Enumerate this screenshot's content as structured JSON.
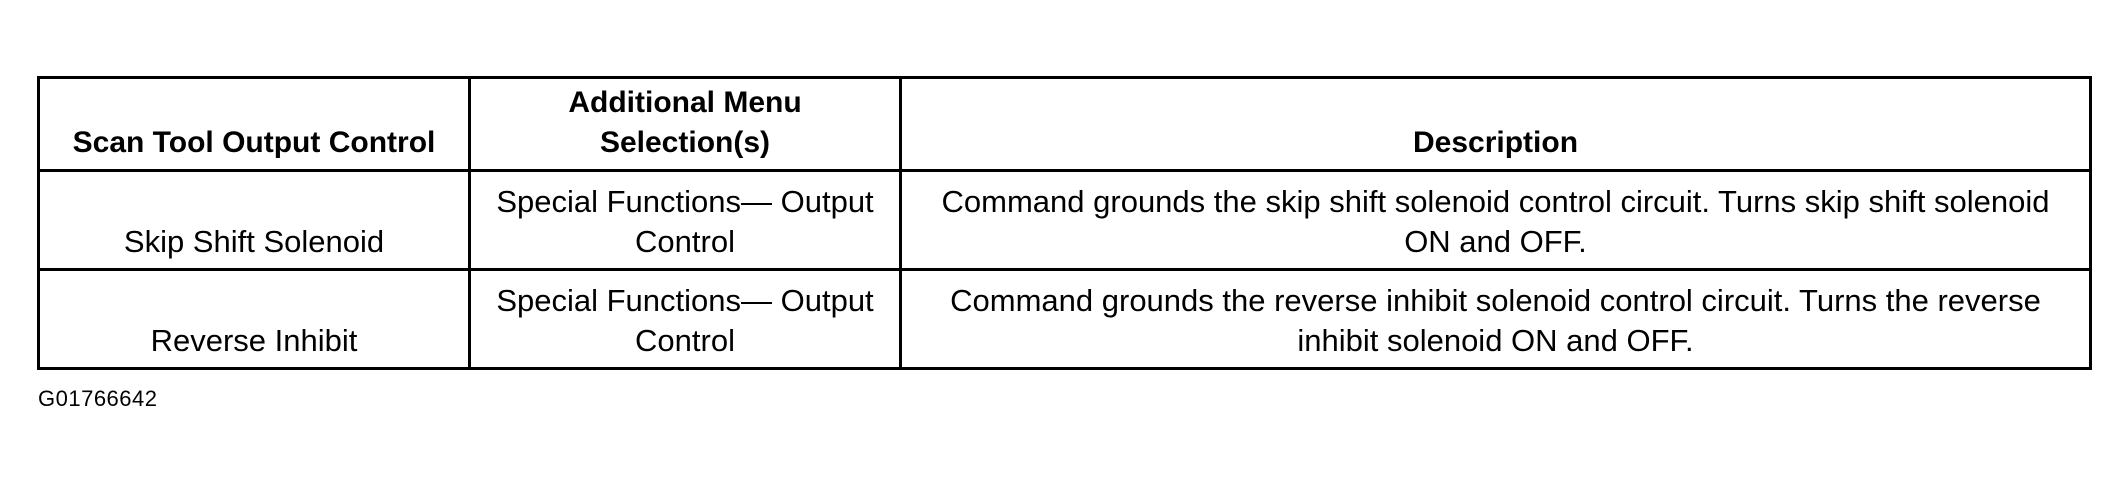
{
  "table": {
    "headers": [
      "Scan Tool Output Control",
      "Additional Menu Selection(s)",
      "Description"
    ],
    "rows": [
      [
        "Skip Shift Solenoid",
        "Special Functions— Output Control",
        "Command grounds the skip shift solenoid control circuit. Turns skip shift solenoid ON and OFF."
      ],
      [
        "Reverse Inhibit",
        "Special Functions— Output Control",
        "Command grounds the reverse inhibit solenoid control circuit. Turns the reverse inhibit solenoid ON and OFF."
      ]
    ]
  },
  "figure_id": "G01766642"
}
